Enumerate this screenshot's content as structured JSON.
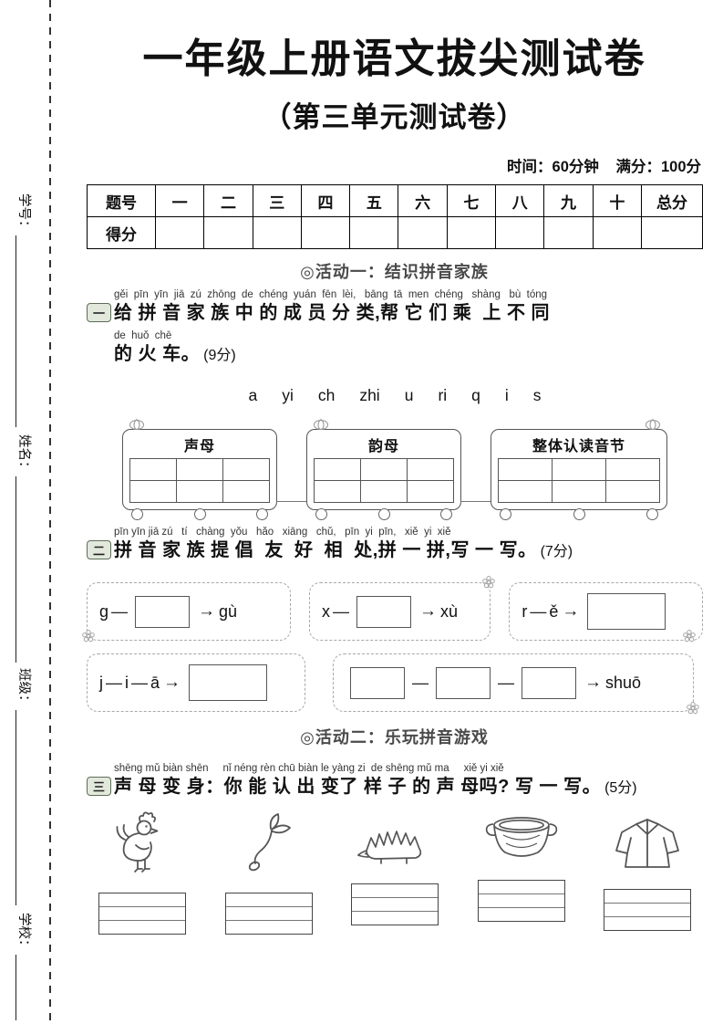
{
  "symbols": {
    "arrow": "→",
    "dash": "—"
  },
  "sidebar": {
    "fields": [
      {
        "label": "学号："
      },
      {
        "label": "姓名："
      },
      {
        "label": "班级："
      },
      {
        "label": "学校："
      }
    ]
  },
  "header": {
    "title": "一年级上册语文拔尖测试卷",
    "subtitle": "（第三单元测试卷）",
    "time": "时间：60分钟",
    "full_score": "满分：100分"
  },
  "score_table": {
    "row1": [
      "题号",
      "一",
      "二",
      "三",
      "四",
      "五",
      "六",
      "七",
      "八",
      "九",
      "十",
      "总分"
    ],
    "row2_label": "得分"
  },
  "activity1": {
    "title": "◎活动一：结识拼音家族",
    "q1": {
      "number": "一",
      "pinyin1": "gěi  pīn  yīn  jiā  zú  zhōng  de  chéng  yuán  fēn  lèi,   bāng  tā  men  chéng   shàng   bù  tóng",
      "hanzi1": "给 拼 音 家 族 中 的 成 员 分 类,帮 它 们 乘  上 不 同",
      "pinyin2": "de  huǒ  chē",
      "hanzi2": "的 火 车。",
      "score": "(9分)",
      "letters": [
        "a",
        "yi",
        "ch",
        "zhi",
        "u",
        "ri",
        "q",
        "i",
        "s"
      ],
      "trains": [
        {
          "label": "声母"
        },
        {
          "label": "韵母"
        },
        {
          "label": "整体认读音节"
        }
      ]
    },
    "q2": {
      "number": "二",
      "pinyin": "pīn yīn jiā zú   tí   chàng  yǒu   hǎo   xiāng   chǔ,   pīn  yi  pīn,   xiě  yi  xiě",
      "hanzi": "拼 音 家 族 提 倡  友  好  相  处,拼 一 拼,写 一 写。",
      "score": "(7分)",
      "combos": {
        "c1": {
          "left": "g",
          "result": "gù"
        },
        "c2": {
          "left": "x",
          "result": "xù"
        },
        "c3": {
          "left": "r",
          "mid": "ě"
        },
        "c4": {
          "p1": "j",
          "p2": "i",
          "p3": "ā"
        },
        "c5": {
          "result": "shuō"
        }
      }
    }
  },
  "activity2": {
    "title": "◎活动二：乐玩拼音游戏",
    "q3": {
      "number": "三",
      "pinyin": "shēng mǔ biàn shēn     nǐ néng rèn chū biàn le yàng zi  de shēng mǔ ma     xiě yi xiě",
      "hanzi": "声 母 变 身：你 能 认 出 变了 样 子 的 声 母吗? 写 一 写。",
      "score": "(5分)",
      "icons": [
        "rooster-icon",
        "bean-sprout-icon",
        "hedgehog-icon",
        "basin-icon",
        "jacket-icon"
      ]
    }
  }
}
